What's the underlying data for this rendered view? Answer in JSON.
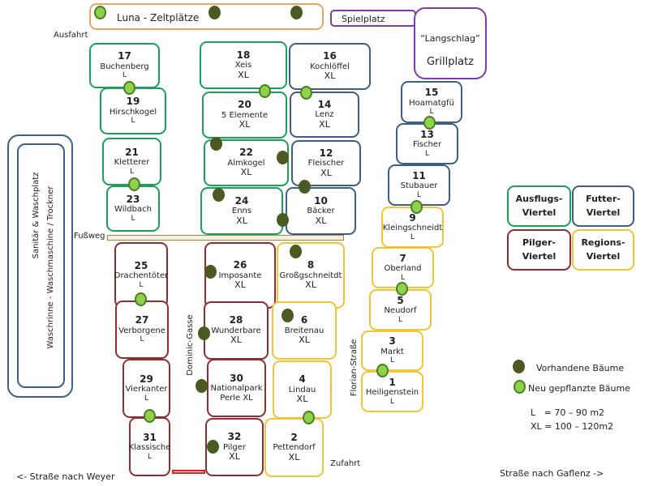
{
  "colors": {
    "ausflug": "#1e9e5a",
    "futter": "#3d5f82",
    "pilger": "#8a3030",
    "regions": "#f0c53a",
    "existing_tree": "#4b5a22",
    "new_tree": "#8ed24c"
  },
  "labels": {
    "luna": "Luna - Zeltplätze",
    "spielplatz": "Spielplatz",
    "langschlag": "“Langschlag”",
    "grillplatz": "Grillplatz",
    "ausfahrt": "Ausfahrt",
    "fussweg": "Fußweg",
    "dominic": "Dominic-Gasse",
    "florian": "Florian-Straße",
    "zufahrt": "Zufahrt",
    "sanitaer1": "Sanitär & Waschplatz",
    "sanitaer2": "Waschrinne - Waschmaschine / Trockner",
    "weyer": "<- Straße nach Weyer",
    "gaflenz": "Straße nach Gaflenz ->"
  },
  "legend": {
    "ausflug": "Ausflugs-\nViertel",
    "futter": "Futter-\nViertel",
    "pilger": "Pilger-\nViertel",
    "regions": "Regions-\nViertel",
    "existing": "Vorhandene Bäume",
    "new": "Neu gepflanzte Bäume",
    "size_l": "L   = 70 – 90 m2",
    "size_xl": "XL = 100 – 120m2"
  },
  "plots": [
    {
      "num": "17",
      "name": "Buchenberg",
      "size": "L",
      "quarter": "green"
    },
    {
      "num": "19",
      "name": "Hirschkogel",
      "size": "L",
      "quarter": "green"
    },
    {
      "num": "21",
      "name": "Kletterer",
      "size": "L",
      "quarter": "green"
    },
    {
      "num": "23",
      "name": "Wildbach",
      "size": "L",
      "quarter": "green"
    },
    {
      "num": "18",
      "name": "Xeis",
      "size": "XL",
      "quarter": "green"
    },
    {
      "num": "20",
      "name": "5 Elemente",
      "size": "XL",
      "quarter": "green"
    },
    {
      "num": "22",
      "name": "Almkogel",
      "size": "XL",
      "quarter": "green"
    },
    {
      "num": "24",
      "name": "Enns",
      "size": "XL",
      "quarter": "green"
    },
    {
      "num": "16",
      "name": "Kochlöffel",
      "size": "XL",
      "quarter": "blue"
    },
    {
      "num": "14",
      "name": "Lenz",
      "size": "XL",
      "quarter": "blue"
    },
    {
      "num": "12",
      "name": "Fleischer",
      "size": "XL",
      "quarter": "blue"
    },
    {
      "num": "10",
      "name": "Bäcker",
      "size": "XL",
      "quarter": "blue"
    },
    {
      "num": "15",
      "name": "Hoamatgfü",
      "size": "L",
      "quarter": "blue"
    },
    {
      "num": "13",
      "name": "Fischer",
      "size": "L",
      "quarter": "blue"
    },
    {
      "num": "11",
      "name": "Stubauer",
      "size": "L",
      "quarter": "blue"
    },
    {
      "num": "9",
      "name": "Kleingschneidt",
      "size": "L",
      "quarter": "yellow"
    },
    {
      "num": "7",
      "name": "Oberland",
      "size": "L",
      "quarter": "yellow"
    },
    {
      "num": "5",
      "name": "Neudorf",
      "size": "L",
      "quarter": "yellow"
    },
    {
      "num": "3",
      "name": "Markt",
      "size": "L",
      "quarter": "yellow"
    },
    {
      "num": "1",
      "name": "Heiligenstein",
      "size": "L",
      "quarter": "yellow"
    },
    {
      "num": "25",
      "name": "Drachentöter",
      "size": "L",
      "quarter": "brown"
    },
    {
      "num": "27",
      "name": "Verborgene",
      "size": "L",
      "quarter": "brown"
    },
    {
      "num": "29",
      "name": "Vierkanter",
      "size": "L",
      "quarter": "brown"
    },
    {
      "num": "31",
      "name": "Klassische",
      "size": "L",
      "quarter": "brown"
    },
    {
      "num": "26",
      "name": "Imposante",
      "size": "XL",
      "quarter": "brown"
    },
    {
      "num": "28",
      "name": "Wunderbare",
      "size": "XL",
      "quarter": "brown"
    },
    {
      "num": "30",
      "name": "Nationalpark Perle XL",
      "size": "",
      "quarter": "brown"
    },
    {
      "num": "32",
      "name": "Pilger",
      "size": "XL",
      "quarter": "brown"
    },
    {
      "num": "8",
      "name": "Großgschneitdt",
      "size": "XL",
      "quarter": "yellow"
    },
    {
      "num": "6",
      "name": "Breitenau",
      "size": "XL",
      "quarter": "yellow"
    },
    {
      "num": "4",
      "name": "Lindau",
      "size": "XL",
      "quarter": "yellow"
    },
    {
      "num": "2",
      "name": "Pettendorf",
      "size": "XL",
      "quarter": "yellow"
    }
  ],
  "trees": [
    "new",
    "existing",
    "existing",
    "new",
    "new",
    "new",
    "new",
    "new",
    "new",
    "new",
    "new",
    "new",
    "new",
    "new",
    "existing",
    "existing",
    "existing",
    "existing",
    "existing",
    "existing",
    "existing",
    "existing",
    "existing",
    "existing",
    "existing"
  ]
}
